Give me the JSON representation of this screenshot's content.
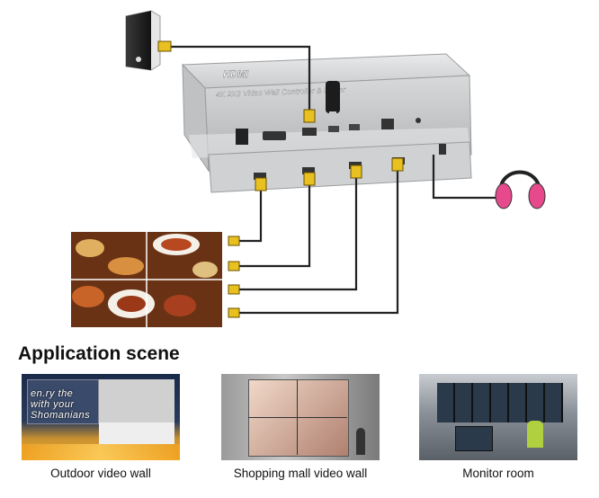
{
  "device": {
    "brand": "HDMI",
    "model": "4K 2X2 Video Wall Controller & Player"
  },
  "section_title": "Application scene",
  "scenes": [
    {
      "caption": "Outdoor video wall",
      "overlay_text": "en.ry the with your Shomanians"
    },
    {
      "caption": "Shopping mall video wall"
    },
    {
      "caption": "Monitor room"
    }
  ],
  "colors": {
    "device_body": "#d4d6d8",
    "cable": "#222222",
    "connector_gold": "#e8c020",
    "headphones": "#e64a8c"
  },
  "icons": {
    "source": "pc-tower-icon",
    "usb": "usb-stick-icon",
    "audio": "headphones-icon"
  }
}
